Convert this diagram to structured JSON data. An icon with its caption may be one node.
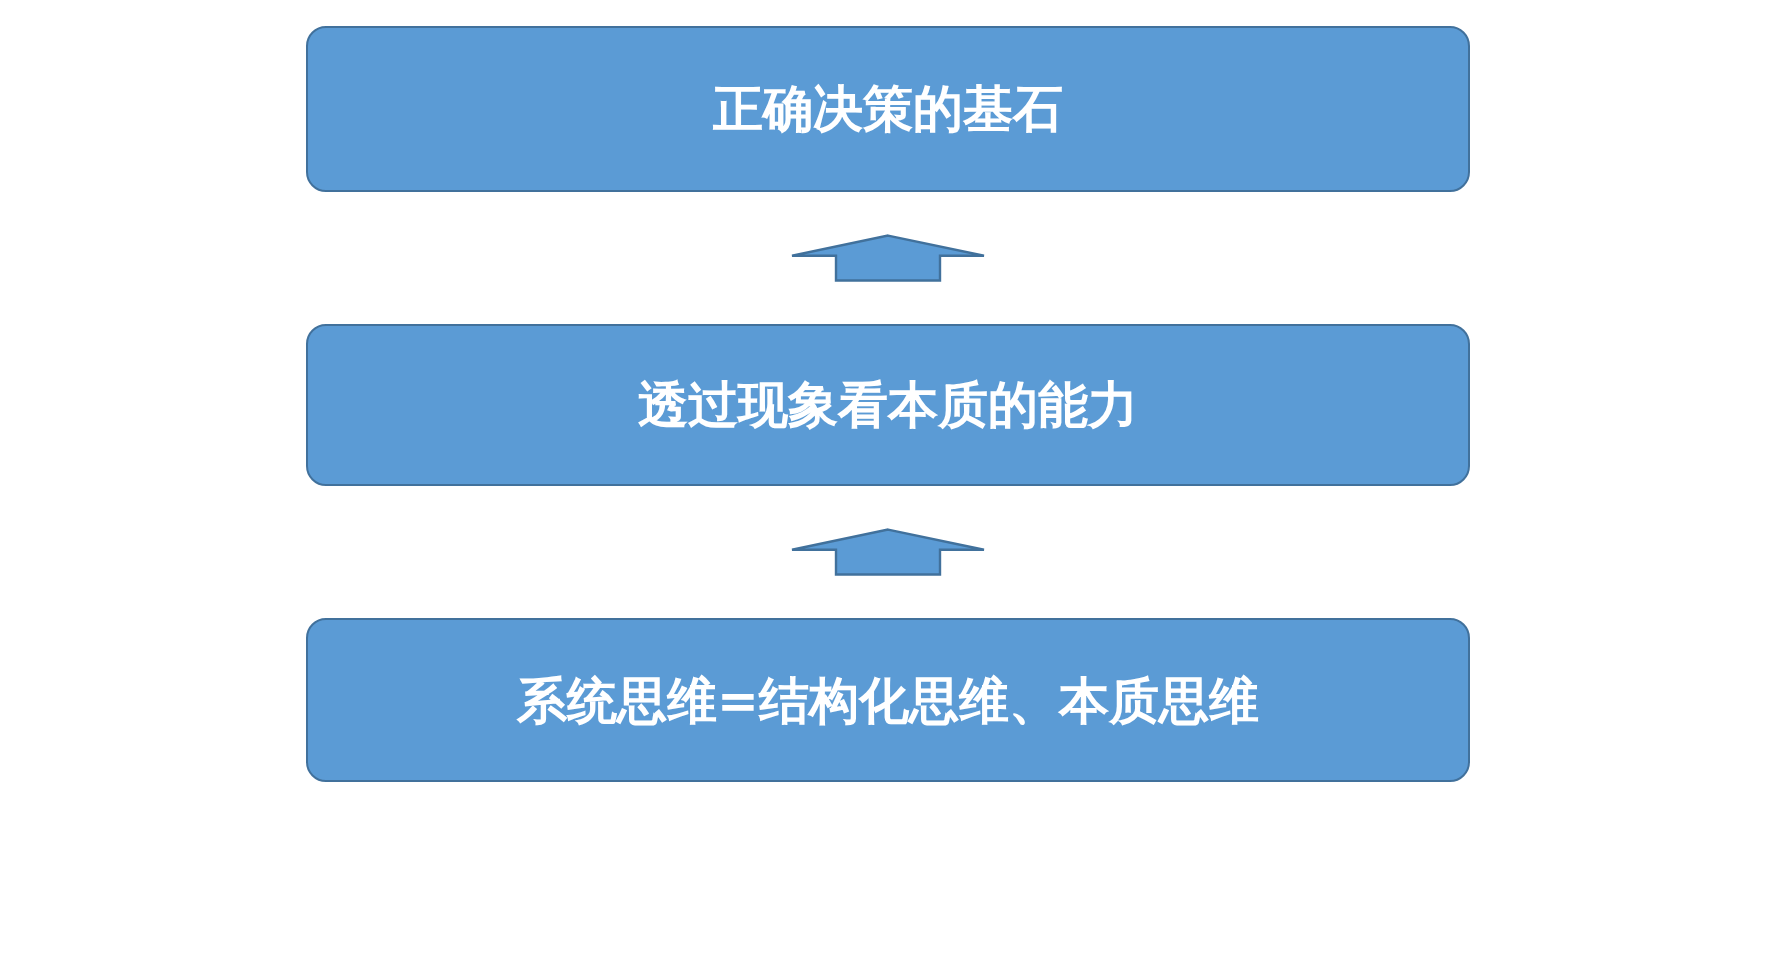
{
  "diagram": {
    "nodes": [
      {
        "text": [
          "正确决策的基石"
        ]
      },
      {
        "text": [
          "透过现象看本质的能力"
        ]
      },
      {
        "text": [
          "系统思维=结构化思维、本质思维"
        ]
      }
    ],
    "edges": [
      {
        "from": 1,
        "to": 0,
        "arrow": "to"
      },
      {
        "from": 2,
        "to": 1,
        "arrow": "to"
      }
    ]
  }
}
